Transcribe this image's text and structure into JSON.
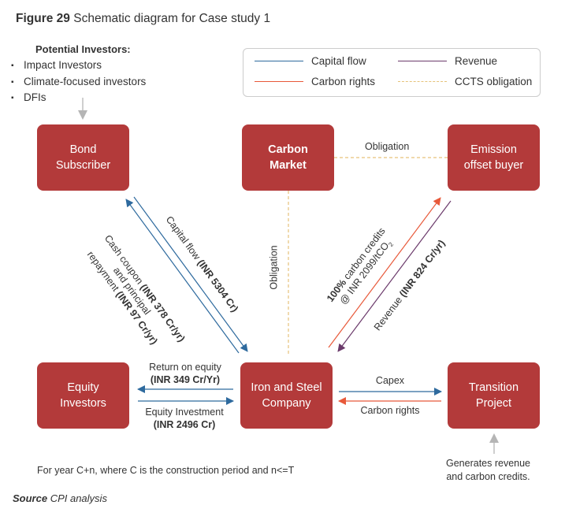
{
  "figure": {
    "label": "Figure 29",
    "title": "Schematic diagram for Case study 1"
  },
  "investors": {
    "heading": "Potential Investors:",
    "items": [
      "Impact Investors",
      "Climate-focused investors",
      "DFIs"
    ]
  },
  "legend": {
    "items": [
      {
        "label": "Capital flow",
        "color": "#2e6a9e",
        "style": "solid"
      },
      {
        "label": "Revenue",
        "color": "#6b3a6b",
        "style": "solid"
      },
      {
        "label": "Carbon rights",
        "color": "#e8593a",
        "style": "solid"
      },
      {
        "label": "CCTS obligation",
        "color": "#e6c27a",
        "style": "dashed"
      }
    ]
  },
  "colors": {
    "box": "#b33a3a",
    "capital": "#2e6a9e",
    "revenue": "#6b3a6b",
    "carbon": "#e8593a",
    "obligation": "#e6c27a",
    "gray": "#b5b5b5"
  },
  "nodes": {
    "bond": {
      "line1": "Bond",
      "line2": "Subscriber"
    },
    "carbon_market": {
      "line1": "Carbon",
      "line2": "Market"
    },
    "offset_buyer": {
      "line1": "Emission",
      "line2": "offset buyer"
    },
    "equity": {
      "line1": "Equity",
      "line2": "Investors"
    },
    "company": {
      "line1": "Iron and Steel",
      "line2": "Company"
    },
    "project": {
      "line1": "Transition",
      "line2": "Project"
    }
  },
  "edges": {
    "obligation_h": "Obligation",
    "obligation_v": "Obligation",
    "capital_flow": {
      "text": "Capital flow ",
      "value": "(INR 5304 Cr)"
    },
    "cash_coupon": {
      "line1_text": "Cash coupon ",
      "line1_value": "(INR 378 Cr/yr)",
      "line2": "and principal",
      "line3_text": "repayment ",
      "line3_value": "(INR 97 Cr/yr)"
    },
    "carbon_credits": {
      "line1_value": "100%",
      "line1_text": " carbon credits",
      "line2": "@ INR 2099/tCO",
      "line2_sub": "2"
    },
    "revenue": {
      "text": "Revenue ",
      "value": "(INR 824 Cr/yr)"
    },
    "return_equity": {
      "line1": "Return on equity",
      "line2": "(INR 349 Cr/Yr)"
    },
    "equity_investment": {
      "line1": "Equity Investment",
      "line2": "(INR 2496 Cr)"
    },
    "capex": "Capex",
    "carbon_rights": "Carbon rights"
  },
  "notes": {
    "period": "For year C+n, where C is the construction period and n<=T",
    "generates_line1": "Generates revenue",
    "generates_line2": "and carbon credits."
  },
  "source": {
    "label": "Source",
    "text": " CPI analysis"
  }
}
